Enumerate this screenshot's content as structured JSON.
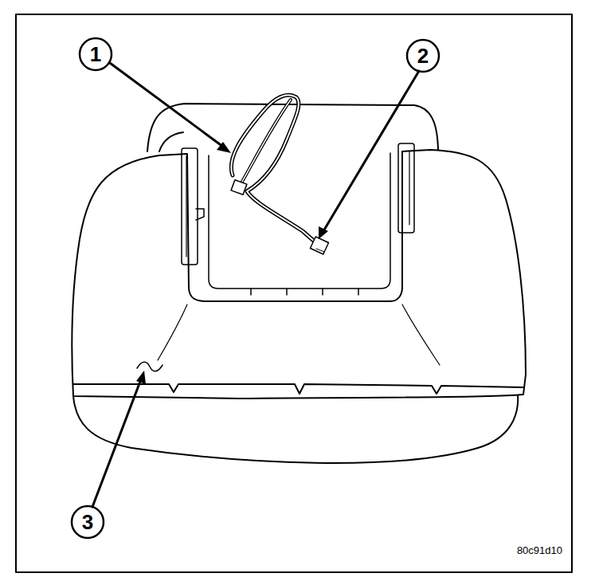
{
  "diagram": {
    "labels": [
      "1",
      "2",
      "3",
      "80c91d10"
    ]
  }
}
